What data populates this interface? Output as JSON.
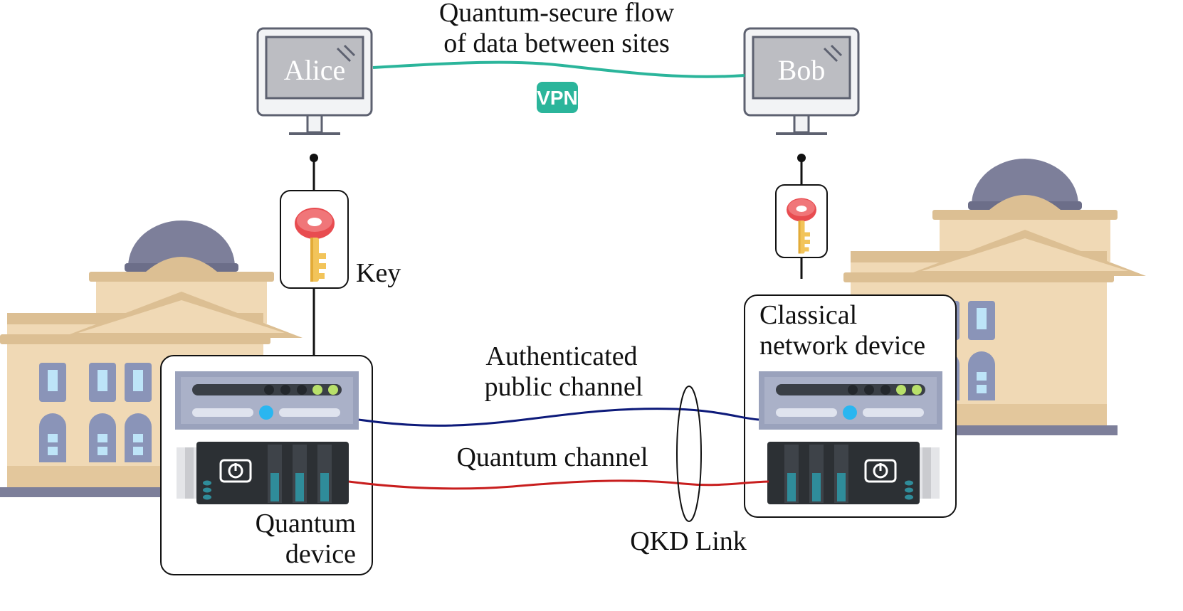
{
  "title_line1": "Quantum-secure flow",
  "title_line2": "of data between sites",
  "alice_label": "Alice",
  "bob_label": "Bob",
  "vpn_badge": "VPN",
  "key_label": "Key",
  "classical_line1": "Classical",
  "classical_line2": "network device",
  "public_channel_line1": "Authenticated",
  "public_channel_line2": "public channel",
  "quantum_channel_label": "Quantum channel",
  "quantum_device_line1": "Quantum",
  "quantum_device_line2": "device",
  "qkd_link_label": "QKD Link",
  "colors": {
    "vpn_line": "#2bb59b",
    "public_channel": "#0d1a7a",
    "quantum_channel": "#c81e1e",
    "building_wall": "#f0d9b5",
    "building_trim": "#dcbf93",
    "dome": "#7d7f9a",
    "window": "#8a94b8",
    "key_red": "#e84c50",
    "key_gold": "#f2c45a",
    "server_silver": "#9aa2bc",
    "quantum_box": "#2c3034",
    "led_green": "#b8e06a",
    "led_blue": "#2ab6f0"
  }
}
